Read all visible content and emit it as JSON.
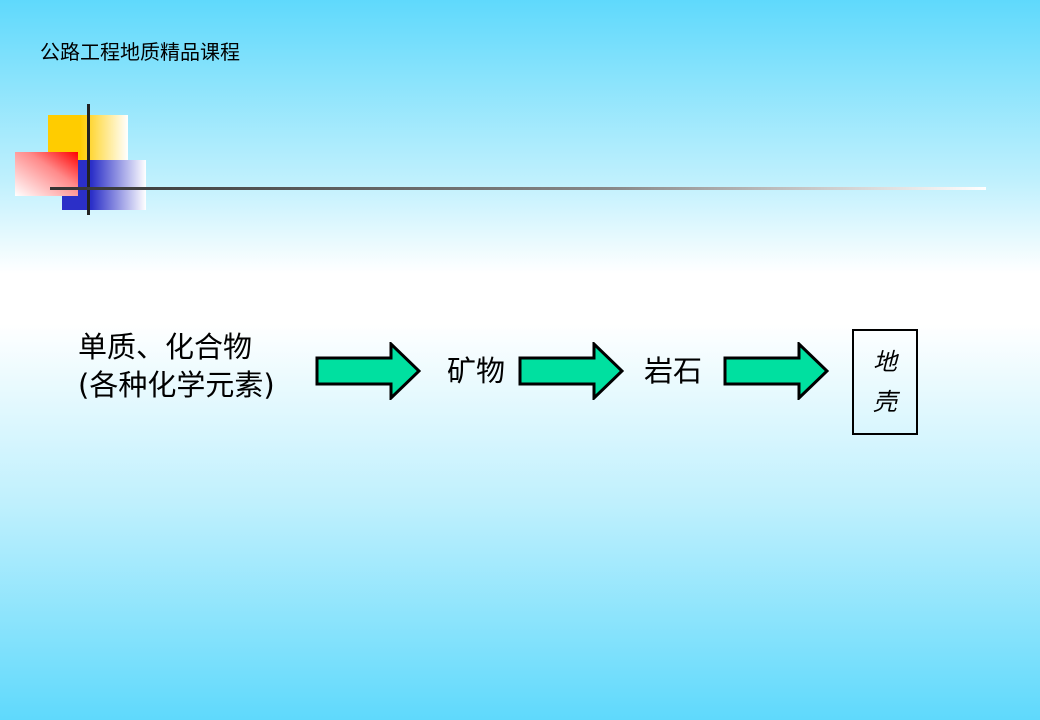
{
  "header": {
    "title": "公路工程地质精品课程"
  },
  "flow": {
    "source_line1": "单质、化合物",
    "source_line2": "(各种化学元素)",
    "mineral": "矿物",
    "rock": "岩石",
    "crust_char1": "地",
    "crust_char2": "壳"
  },
  "colors": {
    "arrow": "#00e0a0"
  }
}
